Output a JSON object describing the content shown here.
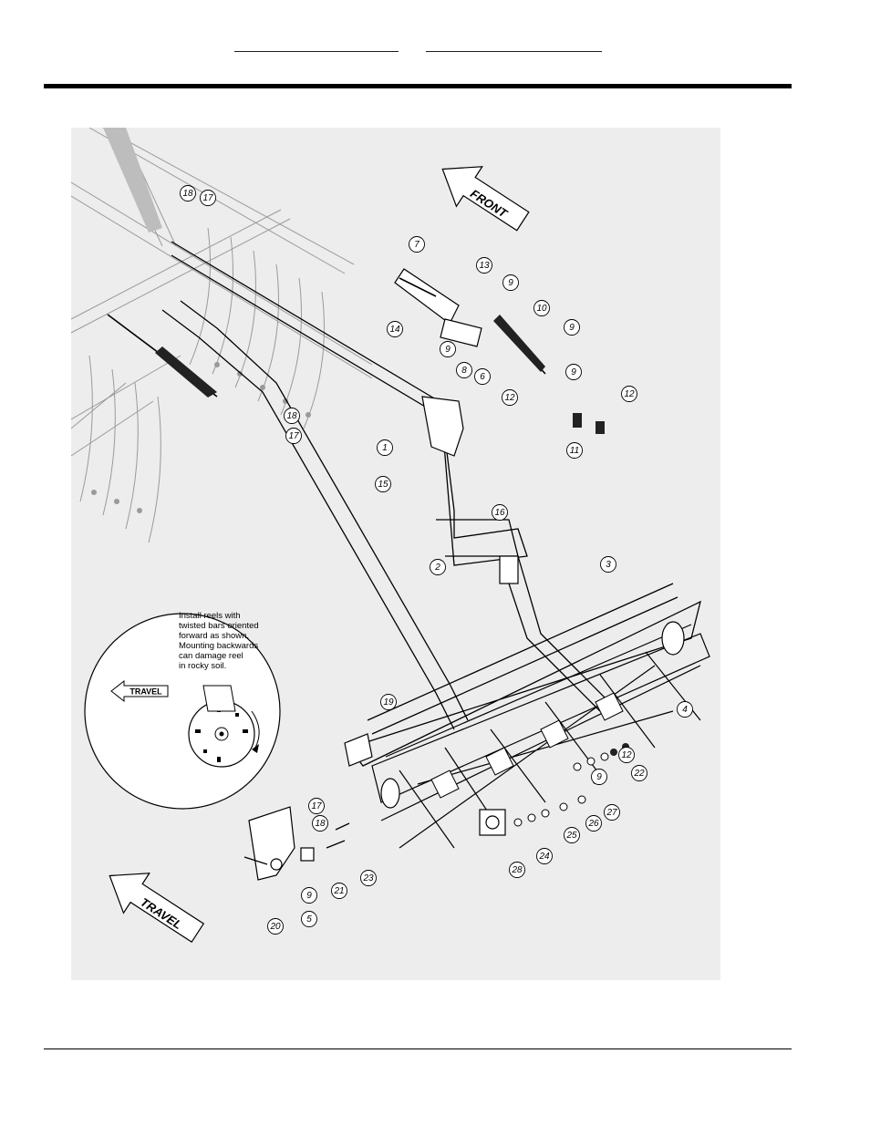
{
  "header": {
    "link_left": "",
    "link_right": ""
  },
  "drawing": {
    "front_arrow_label": "FRONT",
    "travel_arrow_label": "TRAVEL",
    "detail_travel_label": "TRAVEL",
    "note_lines": [
      "Install reels with",
      "twisted bars oriented",
      "forward as shown.",
      "Mounting backwards",
      "can damage reel",
      "in rocky soil."
    ],
    "callouts": [
      "18",
      "17",
      "7",
      "13",
      "9",
      "10",
      "14",
      "9",
      "9",
      "6",
      "8",
      "12",
      "9",
      "12",
      "1",
      "11",
      "15",
      "18",
      "17",
      "16",
      "2",
      "3",
      "4",
      "19",
      "12",
      "22",
      "9",
      "27",
      "26",
      "25",
      "24",
      "28",
      "17",
      "18",
      "23",
      "21",
      "9",
      "5",
      "20"
    ]
  }
}
